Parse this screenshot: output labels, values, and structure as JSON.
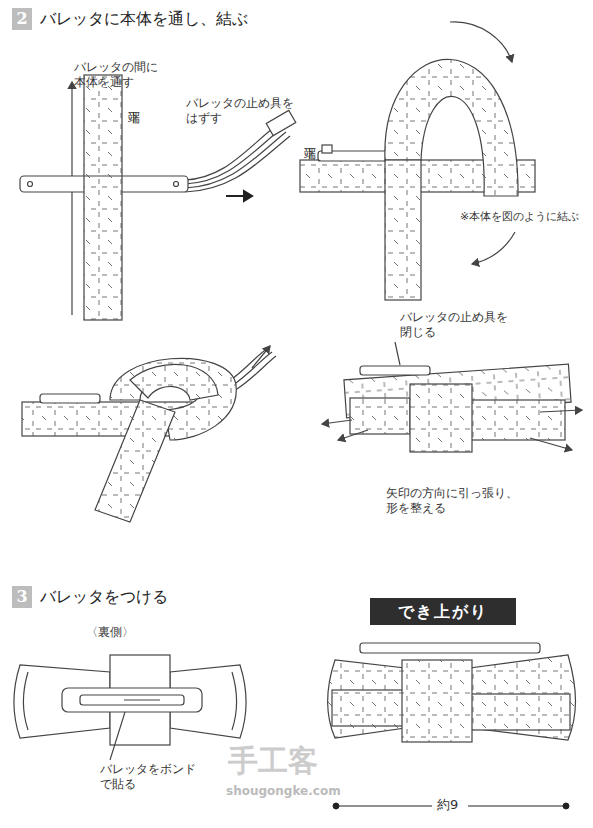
{
  "diagram": {
    "nodes": [
      {
        "text": [
          "2",
          "バレッタに本体を通し、結ぶ"
        ]
      },
      {
        "text": [
          "3",
          "バレッタをつける"
        ]
      },
      {
        "text": [
          "でき上がり"
        ]
      }
    ],
    "labels": [
      "バレッタの間に 本体を通す",
      "下端",
      "バレッタの止め具を はずす",
      "下端",
      "※本体を図のように結ぶ",
      "バレッタの止め具を 閉じる",
      "矢印の方向に引っ張り、 形を整える",
      "〈裏側〉",
      "バレッタをボンド で貼る",
      "約9",
      "手工客",
      "shougongke.com"
    ]
  }
}
